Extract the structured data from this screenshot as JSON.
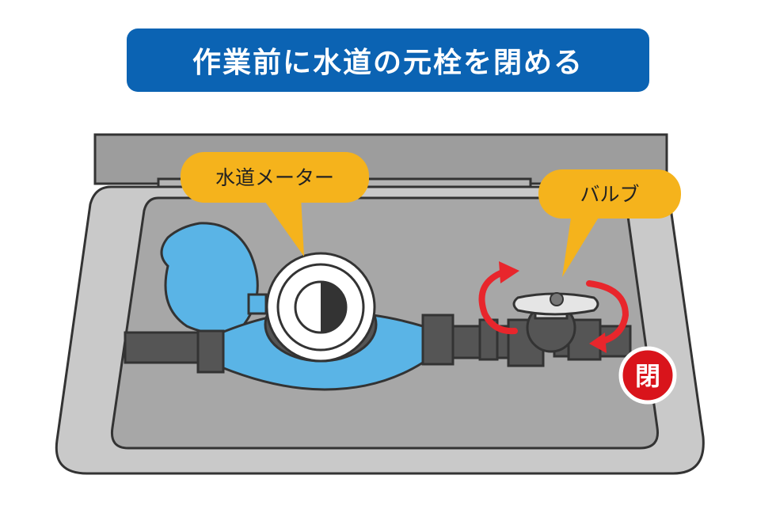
{
  "title": "作業前に水道の元栓を閉める",
  "labels": {
    "meter": "水道メーター",
    "valve": "バルブ",
    "closed": "閉"
  },
  "colors": {
    "title_bg": "#0b63b3",
    "callout": "#f5b31c",
    "meter_blue": "#5ab4e6",
    "arrow_red": "#e8262c",
    "badge_red": "#d9141b",
    "box_gray": "#a7a7a7",
    "pipe_dark": "#555555"
  }
}
